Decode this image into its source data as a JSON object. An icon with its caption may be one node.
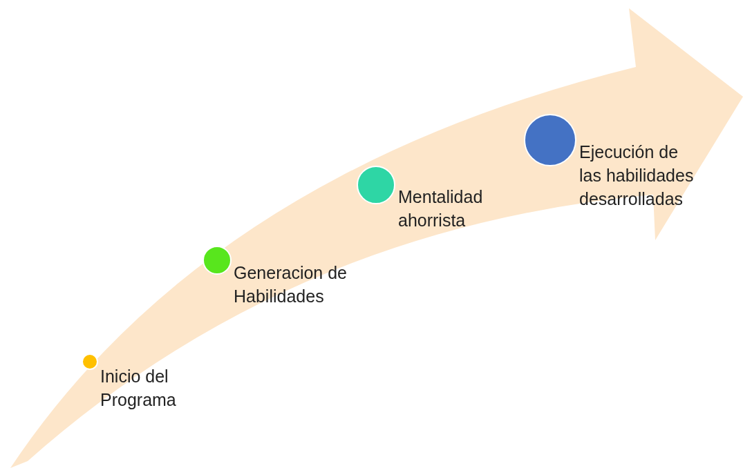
{
  "diagram": {
    "nodes": [
      {
        "text": [],
        "shape": "circle",
        "beside": [
          "Inicio del Programa"
        ]
      },
      {
        "text": [],
        "shape": "circle",
        "beside": [
          "Generacion de Habilidades"
        ]
      },
      {
        "text": [],
        "shape": "circle",
        "beside": [
          "Mentalidad ahorrista"
        ]
      },
      {
        "text": [],
        "shape": "circle",
        "beside": [
          "Ejecución de las habilidades desarrolladas"
        ]
      }
    ]
  }
}
